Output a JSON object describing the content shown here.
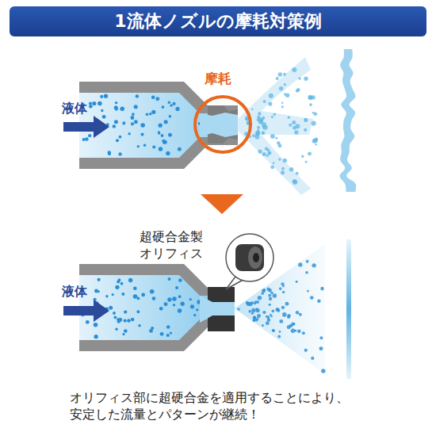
{
  "diagram": {
    "title": "1流体ノズルの摩耗対策例",
    "caption": "オリフィス部に超硬合金を適用することにより、 安定した流量とパターンが継続！",
    "labels": [
      "液体",
      "摩耗",
      "超硬合金製 オリフィス",
      "液体"
    ]
  }
}
